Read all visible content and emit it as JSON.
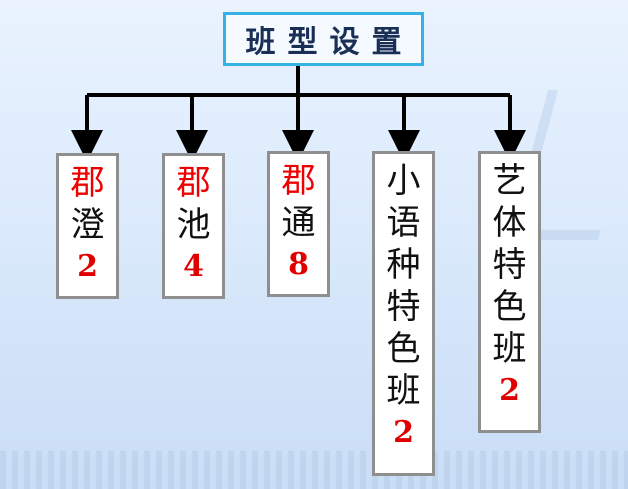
{
  "title": "班型设置",
  "nodes": [
    {
      "line1": "郡",
      "rest": [
        "澄"
      ],
      "count": "2"
    },
    {
      "line1": "郡",
      "rest": [
        "池"
      ],
      "count": "4"
    },
    {
      "line1": "郡",
      "rest": [
        "通"
      ],
      "count": "8"
    },
    {
      "line1": "",
      "rest": [
        "小",
        "语",
        "种",
        "特",
        "色",
        "班"
      ],
      "count": "2"
    },
    {
      "line1": "",
      "rest": [
        "艺",
        "体",
        "特",
        "色",
        "班"
      ],
      "count": "2"
    }
  ],
  "colors": {
    "title_border": "#36b1e3",
    "highlight": "#ee0000",
    "node_border": "#8f8f8f"
  }
}
